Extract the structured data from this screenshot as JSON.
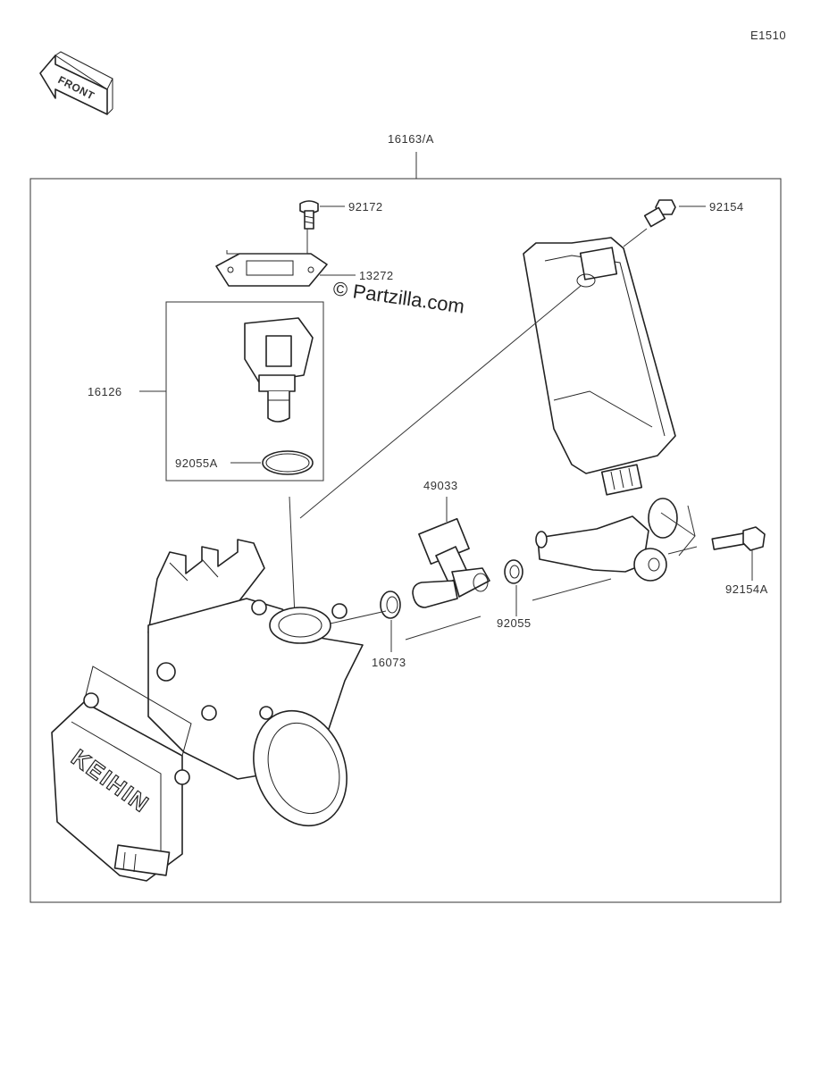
{
  "diagram_code": "E1510",
  "front_arrow_label": "FRONT",
  "assembly_label": "16163/A",
  "watermark": "© Partzilla.com",
  "brand_text": "KEIHIN",
  "parts": [
    {
      "number": "92172"
    },
    {
      "number": "92154"
    },
    {
      "number": "13272"
    },
    {
      "number": "16126"
    },
    {
      "number": "92055A"
    },
    {
      "number": "49033"
    },
    {
      "number": "16073"
    },
    {
      "number": "92055"
    },
    {
      "number": "92154A"
    }
  ]
}
